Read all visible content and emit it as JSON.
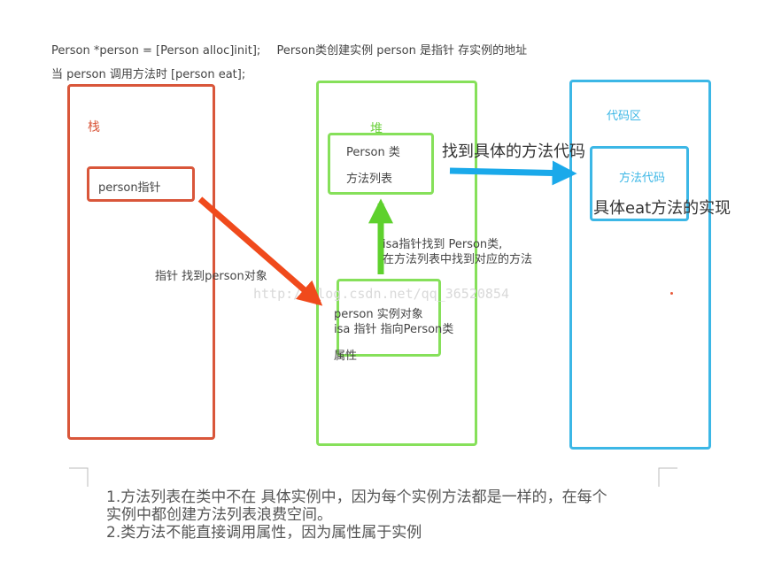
{
  "header": {
    "line1_code": "Person *person = [Person alloc]init];",
    "line1_note": "Person类创建实例   person 是指针   存实例的地址",
    "line2": "当 person 调用方法时   [person eat];"
  },
  "stack": {
    "title": "栈",
    "pointer_box": "person指针"
  },
  "heap": {
    "title": "堆",
    "class_box": {
      "line1": "Person 类",
      "line2": "方法列表"
    },
    "instance_box": {
      "line1": "person 实例对象",
      "line2": "isa 指针 指向Person类",
      "line3": "属性"
    }
  },
  "code_area": {
    "title": "代码区",
    "method_box": "方法代码",
    "impl_label": "具体eat方法的实现"
  },
  "annotations": {
    "find_object": "指针 找到person对象",
    "isa_line1": "isa指针找到 Person类,",
    "isa_line2": "在方法列表中找到对应的方法",
    "find_code": "找到具体的方法代码"
  },
  "watermark": "http://blog.csdn.net/qq_36520854",
  "notes": {
    "line1": "1.方法列表在类中不在 具体实例中，因为每个实例方法都是一样的，在每个",
    "line2": "实例中都创建方法列表浪费空间。",
    "line3": "2.类方法不能直接调用属性，因为属性属于实例"
  },
  "colors": {
    "stack": "#d9563a",
    "heap": "#86e05a",
    "code": "#3cb7e6",
    "arrow_red": "#f04a1c",
    "arrow_green": "#5ed12d",
    "arrow_blue": "#1aa9ea"
  }
}
